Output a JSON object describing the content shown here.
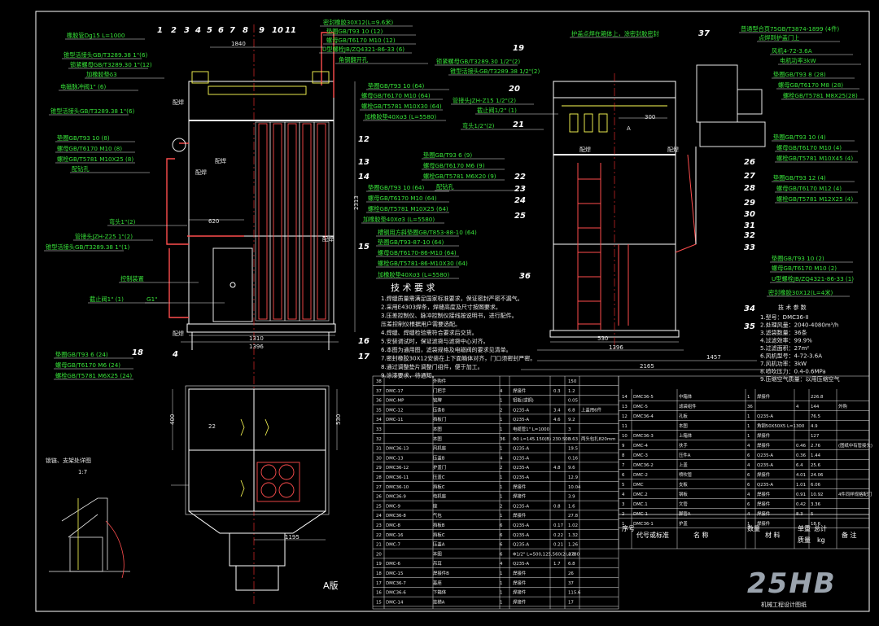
{
  "top_callouts": [
    {
      "text": "密封橡胶30X12(L=9.6米)"
    },
    {
      "text": "垫圈GB/T93 10 (12)"
    },
    {
      "text": "螺母GB/T6170 M10 (12)"
    },
    {
      "text": "U型螺栓JB/ZQ4321-86-33 (6)"
    },
    {
      "text": "角钢翻开孔"
    }
  ],
  "left_callouts": [
    {
      "text": "橡胶管Dg15 L=1000"
    },
    {
      "text": "锥型活接头GB/T3289.38 1\"(6)"
    },
    {
      "text": "锁紧螺母GB/T3289.30 1\"(12)"
    },
    {
      "text": "加橡胶垫δ3"
    },
    {
      "text": "电磁脉冲阀1\" (6)"
    },
    {
      "text": "锥型活接头GB/T3289.38 1\"(6)"
    },
    {
      "text": "垫圈GB/T93 10 (8)"
    },
    {
      "text": "螺母GB/T6170 M10 (8)"
    },
    {
      "text": "螺栓GB/T5781 M10X25 (8)"
    },
    {
      "text": "配钻孔"
    },
    {
      "text": "弯头1\"(2)"
    },
    {
      "text": "管接头JZH-Z25 1\"(2)"
    },
    {
      "text": "锥型活接头GB/T3289.38 1\"(1)"
    },
    {
      "text": "控制装置"
    },
    {
      "text": "截止阀1\" (1)"
    },
    {
      "text": "G1\""
    },
    {
      "text": "垫圈GB/T93 6 (24)"
    },
    {
      "text": "螺母GB/T6170 M6 (24)"
    },
    {
      "text": "螺栓GB/T5781 M6X25 (24)"
    }
  ],
  "mid_callouts": [
    {
      "text": "锁紧螺母GB/T3289.30 1/2\"(2)"
    },
    {
      "text": "锥型活接头GB/T3289.38 1/2\"(2)"
    },
    {
      "text": "垫圈GB/T93 10 (64)"
    },
    {
      "text": "螺母GB/T6170 M10 (64)"
    },
    {
      "text": "螺栓GB/T5781 M10X30 (64)"
    },
    {
      "text": "加橡胶垫40Xσ3 (L=5580)"
    },
    {
      "text": "管接头JZH-Z15 1/2\"(2)"
    },
    {
      "text": "截止阀1/2\" (1)"
    },
    {
      "text": "弯头1/2\"(2)"
    },
    {
      "text": "垫圈GB/T93 6 (9)"
    },
    {
      "text": "螺母GB/T6170 M6 (9)"
    },
    {
      "text": "螺栓GB/T5781 M6X20 (9)"
    },
    {
      "text": "配钻孔"
    },
    {
      "text": "垫圈GB/T93 10 (64)"
    },
    {
      "text": "螺母GB/T6170 M10 (64)"
    },
    {
      "text": "螺栓GB/T5781 M10X25 (64)"
    },
    {
      "text": "加橡胶垫40Xσ3 (L=5580)"
    },
    {
      "text": "槽钢用方斜垫圈GB/T853-88-10 (64)"
    },
    {
      "text": "垫圈GB/T93-87-10 (64)"
    },
    {
      "text": "螺母GB/T6170-86-M10 (64)"
    },
    {
      "text": "螺栓GB/T5781-86-M10X30 (64)"
    },
    {
      "text": "加橡胶垫40Xσ3 (L=5580)"
    }
  ],
  "right_callouts": [
    {
      "text": "护盖点焊在箱体上，涂密封胶密封"
    },
    {
      "text": "普通型合页75GB/T3874-1899 (4件)"
    },
    {
      "text": "点焊到护盖门上"
    },
    {
      "text": "风机4-72-3.6A"
    },
    {
      "text": "电机功率3kW"
    },
    {
      "text": "垫圈GB/T93 8 (28)"
    },
    {
      "text": "螺母GB/T6170 M8 (28)"
    },
    {
      "text": "螺栓GB/T5781 M8X25(28)"
    },
    {
      "text": "垫圈GB/T93 10 (4)"
    },
    {
      "text": "螺母GB/T6170 M10 (4)"
    },
    {
      "text": "螺栓GB/T5781 M10X45 (4)"
    },
    {
      "text": "垫圈GB/T93 12 (4)"
    },
    {
      "text": "螺母GB/T6170 M12 (4)"
    },
    {
      "text": "螺栓GB/T5781 M12X25 (4)"
    },
    {
      "text": "垫圈GB/T93 10 (2)"
    },
    {
      "text": "螺母GB/T6170 M10 (2)"
    },
    {
      "text": "U型螺栓JB/ZQ4321-86-33 (1)"
    },
    {
      "text": "密封橡胶30X12(L=4米)"
    }
  ],
  "part_numbers_left": [
    "1",
    "2",
    "3",
    "4",
    "5",
    "6",
    "7",
    "8",
    "9",
    "10",
    "11",
    "12",
    "13",
    "14",
    "15",
    "16",
    "17",
    "18",
    "4"
  ],
  "part_numbers_right": [
    "19",
    "20",
    "21",
    "22",
    "23",
    "24",
    "25",
    "36",
    "37",
    "26",
    "27",
    "28",
    "29",
    "30",
    "31",
    "32",
    "33",
    "34",
    "35"
  ],
  "weld_labels": [
    "配焊",
    "配焊",
    "配焊",
    "配焊",
    "配焊",
    "配焊",
    "配焊"
  ],
  "dimensions": {
    "d1840": "1840",
    "d2313": "2313",
    "d620": "620",
    "d1310": "1310",
    "d1396": "1396",
    "d1195": "1195",
    "d400": "400",
    "d530": "530",
    "d22": "22",
    "r300": "300",
    "r530": "530",
    "r1396": "1396",
    "r1457": "1457",
    "r2165": "2165",
    "rA": "A"
  },
  "tech_req": {
    "title": "技 术 要 求",
    "lines": [
      "1.焊缝质量需满足国家标准要求，保证密封严密不漏气。",
      "2.采用E4303焊条，焊缝高度及尺寸按图要求。",
      "3.压差控制仪、脉冲控制仪接线按说明书，进行配件。",
      "  压差控制仪根据用户需要选配。",
      "4.焊缝、焊缝检验需符合要求后交货。",
      "5.安装调试时，保证滤袋与滤袋中心对齐。",
      "6.本图为通用图，滤袋规格及电磁阀的要求见清单。",
      "7.密封橡胶30X12安装在上下面箱体对齐，门口须密封严密。",
      "8.通过调整垫片调整门组件，便于加工。",
      "9.涂漆要求，待通知。"
    ]
  },
  "tech_params": {
    "title": "技 术 参 数",
    "lines": [
      "1.型号：DMC36-II",
      "2.处理风量：2040-4080m³/h",
      "3.滤袋数量：36条",
      "4.过滤效率：99.9%",
      "5.过滤面积：27m²",
      "6.风机型号：4-72-3.6A",
      "7.风机功率：3kW",
      "8.喷吹压力：0.4-0.6MPa",
      "9.压缩空气质量：以用压缩空气"
    ]
  },
  "detail_title": "锁链、支架处详图",
  "detail_scale": "1:7",
  "version_label": "A版",
  "watermark": "25HB",
  "watermark_sub": "机械工程设计图纸",
  "bom_header": {
    "seq": "序号",
    "code": "代号或标准",
    "name": "名 称",
    "qty": "数量",
    "material": "材 料",
    "unit_w": "单重",
    "total_w": "总计",
    "mass": "质量",
    "kg": "kg",
    "remark": "备 注"
  },
  "bom_left": [
    [
      "38",
      "",
      "外购件",
      "",
      "",
      "",
      "150",
      ""
    ],
    [
      "37",
      "DMC-17",
      "门把手",
      "4",
      "焊接件",
      "0.3",
      "1.2",
      ""
    ],
    [
      "36",
      "DMC-MP",
      "铭牌",
      "1",
      "铝板(或铜)",
      "",
      "0.05",
      ""
    ],
    [
      "35",
      "DMC-12",
      "压条B",
      "2",
      "Q235-A",
      "3.4",
      "6.8",
      "上盖用6件"
    ],
    [
      "34",
      "DMC-11",
      "挡板门",
      "1",
      "Q235-A",
      "4.6",
      "9.2",
      ""
    ],
    [
      "33",
      "",
      "本图",
      "1",
      "电缆管1\" L=1000",
      "",
      "3",
      ""
    ],
    [
      "32",
      "",
      "本图",
      "36",
      "Φ0 L=145.150(B) 230.500",
      "",
      "3.63",
      "两头包扎820mm"
    ],
    [
      "31",
      "DMC36-13",
      "风机座",
      "1",
      "Q235-A",
      "",
      "19.5",
      ""
    ],
    [
      "30",
      "DMC-13",
      "压盖B",
      "4",
      "Q235-A",
      "",
      "0.16",
      ""
    ],
    [
      "29",
      "DMC36-12",
      "护盖门",
      "2",
      "Q235-A",
      "4.8",
      "9.6",
      ""
    ],
    [
      "28",
      "DMC36-11",
      "压盖C",
      "1",
      "Q235-A",
      "",
      "12.9",
      ""
    ],
    [
      "27",
      "DMC36-10",
      "挡板C",
      "1",
      "焊接件",
      "",
      "10.04",
      ""
    ],
    [
      "26",
      "DMC36-9",
      "电机座",
      "1",
      "焊接件",
      "",
      "3.9",
      ""
    ],
    [
      "25",
      "DMC-9",
      "座",
      "2",
      "Q235-A",
      "0.8",
      "1.6",
      ""
    ],
    [
      "24",
      "DMC36-8",
      "气包",
      "1",
      "焊接件",
      "",
      "27.8",
      ""
    ],
    [
      "23",
      "DMC-8",
      "挡板B",
      "6",
      "Q235-A",
      "0.17",
      "1.02",
      ""
    ],
    [
      "22",
      "DMC-16",
      "挡板C",
      "6",
      "Q235-A",
      "0.22",
      "1.32",
      ""
    ],
    [
      "21",
      "DMC-7",
      "压盖A",
      "6",
      "Q235-A",
      "0.21",
      "1.26",
      ""
    ],
    [
      "20",
      "",
      "本图",
      "6",
      "Φ1/2\" L=500,125,560(2),2780",
      "",
      "4.8",
      ""
    ],
    [
      "19",
      "DMC-6",
      "吊耳",
      "4",
      "Q235-A",
      "1.7",
      "6.8",
      ""
    ],
    [
      "18",
      "DMC-15",
      "焊接件B",
      "1",
      "焊接件",
      "",
      "26",
      ""
    ],
    [
      "17",
      "DMC36-7",
      "基座",
      "1",
      "焊接件",
      "",
      "37",
      ""
    ],
    [
      "16",
      "DMC36-6",
      "下箱体",
      "1",
      "焊接件",
      "",
      "115.6",
      ""
    ],
    [
      "15",
      "DMC-14",
      "挂梯A",
      "1",
      "焊接件",
      "",
      "17",
      ""
    ]
  ],
  "bom_right": [
    [
      "14",
      "DMC36-5",
      "中箱体",
      "1",
      "焊接件",
      "",
      "226.8",
      ""
    ],
    [
      "13",
      "DMC-5",
      "滤袋组件",
      "36",
      "",
      "4",
      "144",
      "外购"
    ],
    [
      "12",
      "DMC36-4",
      "孔板",
      "1",
      "Q235-A",
      "",
      "76.5",
      ""
    ],
    [
      "11",
      "",
      "本图",
      "1",
      "角钢50X50X5 L=1300",
      "",
      "4.9",
      ""
    ],
    [
      "10",
      "DMC36-3",
      "上箱体",
      "1",
      "焊接件",
      "",
      "127",
      ""
    ],
    [
      "9",
      "DMC-4",
      "扶手",
      "4",
      "焊接件",
      "0.46",
      "2.76",
      "(图纸中有管接头)"
    ],
    [
      "8",
      "DMC-3",
      "压件A",
      "6",
      "Q235-A",
      "0.36",
      "1.44",
      ""
    ],
    [
      "7",
      "DMC36-2",
      "上盖",
      "4",
      "Q235-A",
      "6.4",
      "25.6",
      ""
    ],
    [
      "6",
      "DMC-2",
      "喷吹管",
      "6",
      "焊接件",
      "4.01",
      "24.06",
      ""
    ],
    [
      "5",
      "DMC",
      "支板",
      "6",
      "Q235-A",
      "1.01",
      "6.06",
      ""
    ],
    [
      "4",
      "DMC.2",
      "钢板",
      "4",
      "焊接件",
      "0.91",
      "10.92",
      "4件同样规格配门"
    ],
    [
      "3",
      "DMC.1",
      "文管",
      "6",
      "焊接件",
      "0.42",
      "3.36",
      ""
    ],
    [
      "2",
      "DMC-1",
      "脚管A",
      "4",
      "焊接件",
      "8.3",
      "5",
      ""
    ],
    [
      "1",
      "DMC36-1",
      "护盖",
      "1",
      "焊接件",
      "",
      "18.6",
      ""
    ]
  ]
}
